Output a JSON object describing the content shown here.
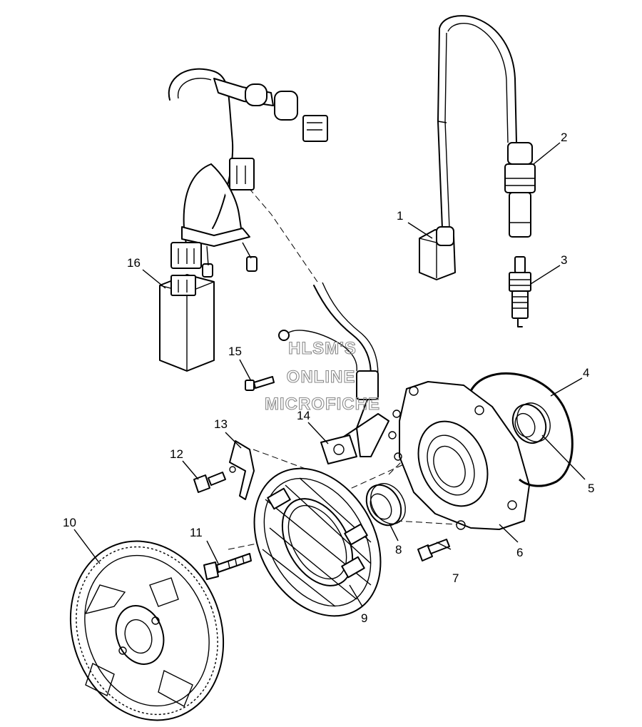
{
  "callouts": {
    "c1": "1",
    "c2": "2",
    "c3": "3",
    "c4": "4",
    "c5": "5",
    "c6": "6",
    "c7": "7",
    "c8": "8",
    "c9": "9",
    "c10": "10",
    "c11": "11",
    "c12": "12",
    "c13": "13",
    "c14": "14",
    "c15": "15",
    "c16": "16"
  },
  "watermark": {
    "line1": "HLSM'S",
    "line2": "ONLINE",
    "line3": "MICROFICHE"
  }
}
